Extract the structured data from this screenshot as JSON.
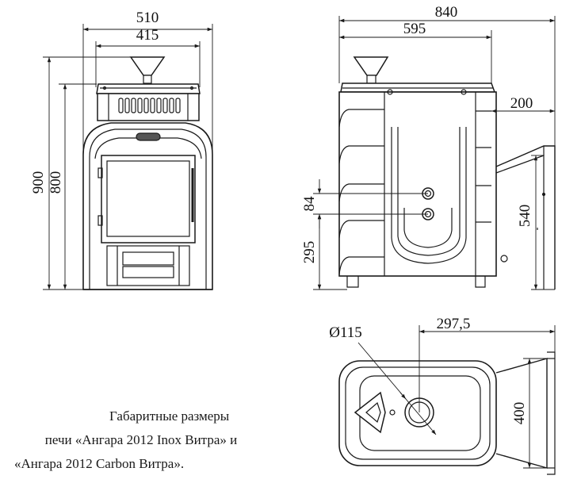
{
  "dimensions": {
    "front_width_total": "510",
    "front_width_body": "415",
    "front_height_total": "900",
    "front_height_body": "800",
    "side_depth_total": "840",
    "side_depth_body": "595",
    "side_tunnel_length": "200",
    "side_connection_spacing": "84",
    "side_connection_height": "295",
    "side_tunnel_height": "540",
    "top_chimney_diameter": "Ø115",
    "top_chimney_offset": "297,5",
    "top_tunnel_width": "400"
  },
  "caption": {
    "line1": "Габаритные размеры",
    "line2": "печи «Ангара 2012 Inox Витра» и",
    "line3": "«Ангара 2012 Carbon Витра»."
  },
  "colors": {
    "line": "#1a1a1a",
    "background": "#ffffff"
  }
}
